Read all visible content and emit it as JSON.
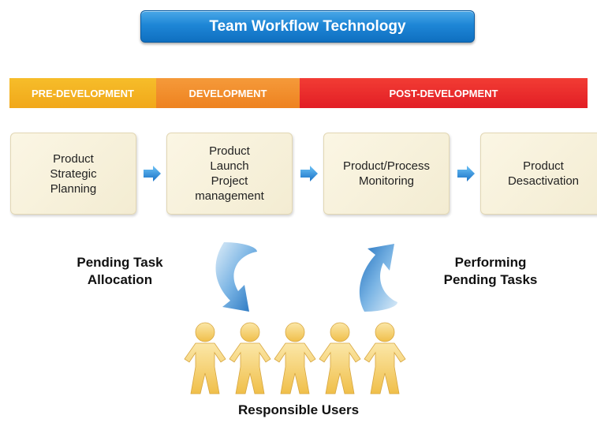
{
  "title": "Team Workflow Technology",
  "phases": [
    {
      "label": "PRE-DEVELOPMENT",
      "color": "#f4b223"
    },
    {
      "label": "DEVELOPMENT",
      "color": "#f18a2a"
    },
    {
      "label": "POST-DEVELOPMENT",
      "color": "#e8242c"
    }
  ],
  "steps": [
    {
      "label": "Product\nStrategic\nPlanning"
    },
    {
      "label": "Product\nLaunch\nProject\nmanagement"
    },
    {
      "label": "Product/Process\nMonitoring"
    },
    {
      "label": "Product\nDesactivation"
    }
  ],
  "cycle": {
    "left_label": "Pending Task\nAllocation",
    "right_label": "Performing\nPending Tasks"
  },
  "users_label": "Responsible Users",
  "icons": {
    "step_arrow": "right-arrow-icon",
    "allocation_arrow": "curved-down-arrow-icon",
    "performing_arrow": "curved-up-arrow-icon",
    "users": "people-chain-icon"
  },
  "colors": {
    "title_blue": "#1e86d6",
    "arrow_blue": "#2a8ad8",
    "people_yellow": "#f5d27a"
  }
}
